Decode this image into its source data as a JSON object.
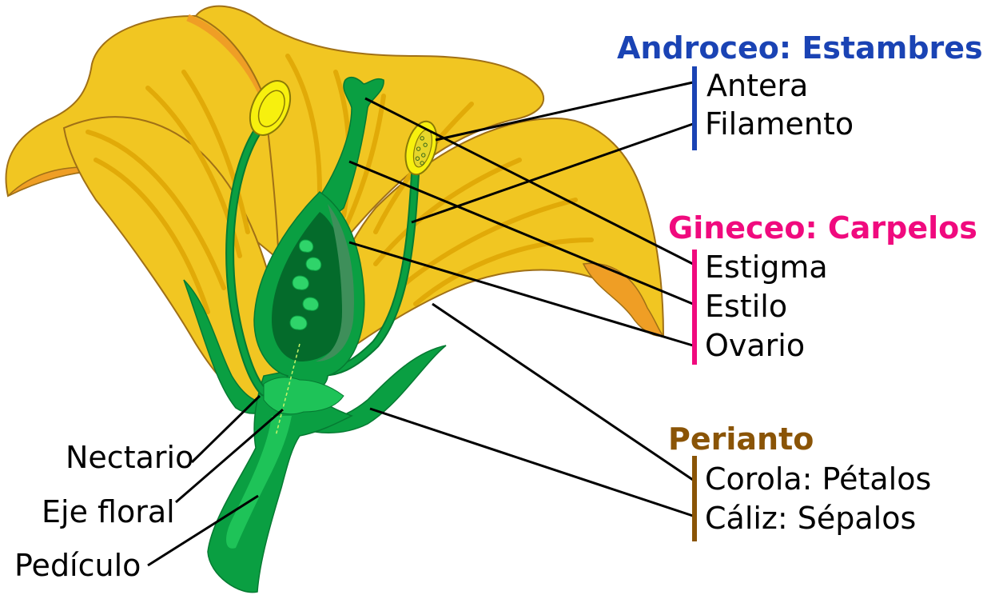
{
  "colors": {
    "androecium": "#1a43b4",
    "gynoecium": "#f00a7e",
    "perianth": "#8a5406",
    "petal": "#f1c622",
    "petal_vein": "#e1aa08",
    "petal_edge": "#a07016",
    "sepal": "#0a9f42",
    "sepal_light": "#1ec358",
    "ovary_dark": "#046b2b",
    "ovary_light": "#3e8f5a",
    "anther": "#f7f00e"
  },
  "groups": {
    "androecium": {
      "title": "Androceo: Estambres",
      "items": [
        "Antera",
        "Filamento"
      ]
    },
    "gynoecium": {
      "title": "Gineceo: Carpelos",
      "items": [
        "Estigma",
        "Estilo",
        "Ovario"
      ]
    },
    "perianth": {
      "title": "Perianto",
      "items": [
        "Corola: Pétalos",
        "Cáliz: Sépalos"
      ]
    }
  },
  "left_labels": [
    "Nectario",
    "Eje floral",
    "Pedículo"
  ]
}
